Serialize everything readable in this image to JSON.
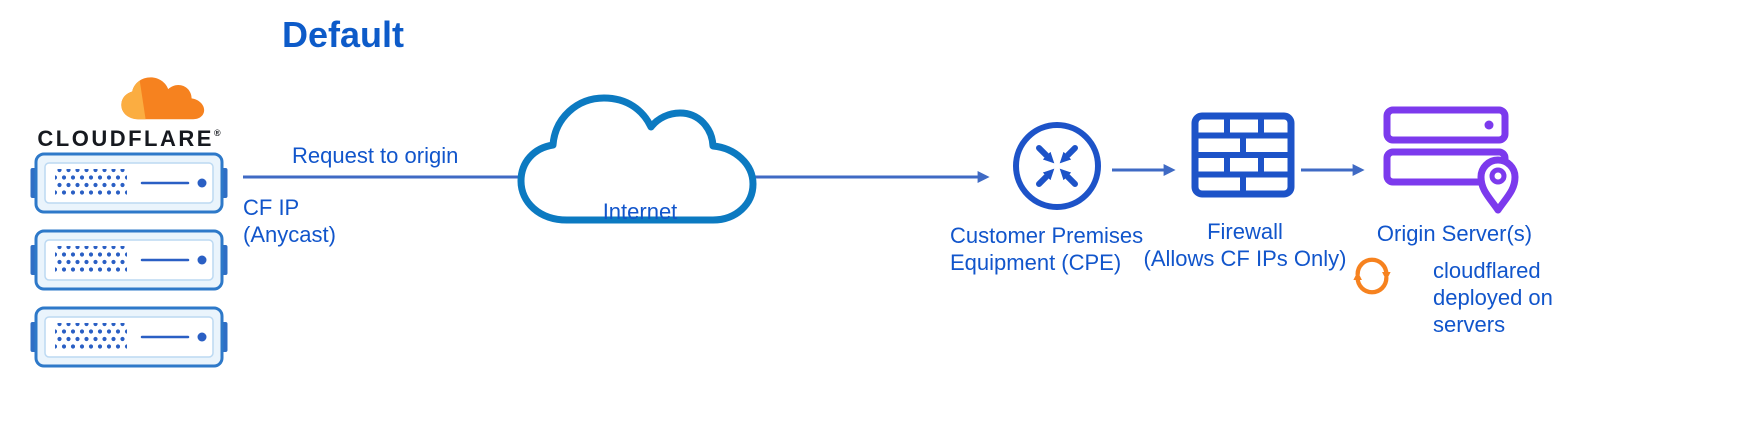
{
  "title": "Default",
  "cloudflare": {
    "logo_text": "CLOUDFLARE",
    "trademark": "®",
    "server_count": 3
  },
  "labels": {
    "request": "Request to origin",
    "cf_ip": "CF IP\n(Anycast)",
    "internet": "Internet",
    "cpe": "Customer Premises\nEquipment (CPE)",
    "firewall": "Firewall\n(Allows CF IPs Only)",
    "origin": "Origin Server(s)",
    "cloudflared": "cloudflared\ndeployed on\nservers"
  },
  "colors": {
    "diagram_blue": "#1d53c8",
    "arrow_blue": "#3f6ac4",
    "label_blue": "#1155cb",
    "internet_cloud_blue": "#0c7ac1",
    "server_blue": "#2e79c9",
    "cloudflare_orange": "#f6821f",
    "cloudflare_orange_light": "#fbad41",
    "origin_purple": "#7c3aed"
  }
}
